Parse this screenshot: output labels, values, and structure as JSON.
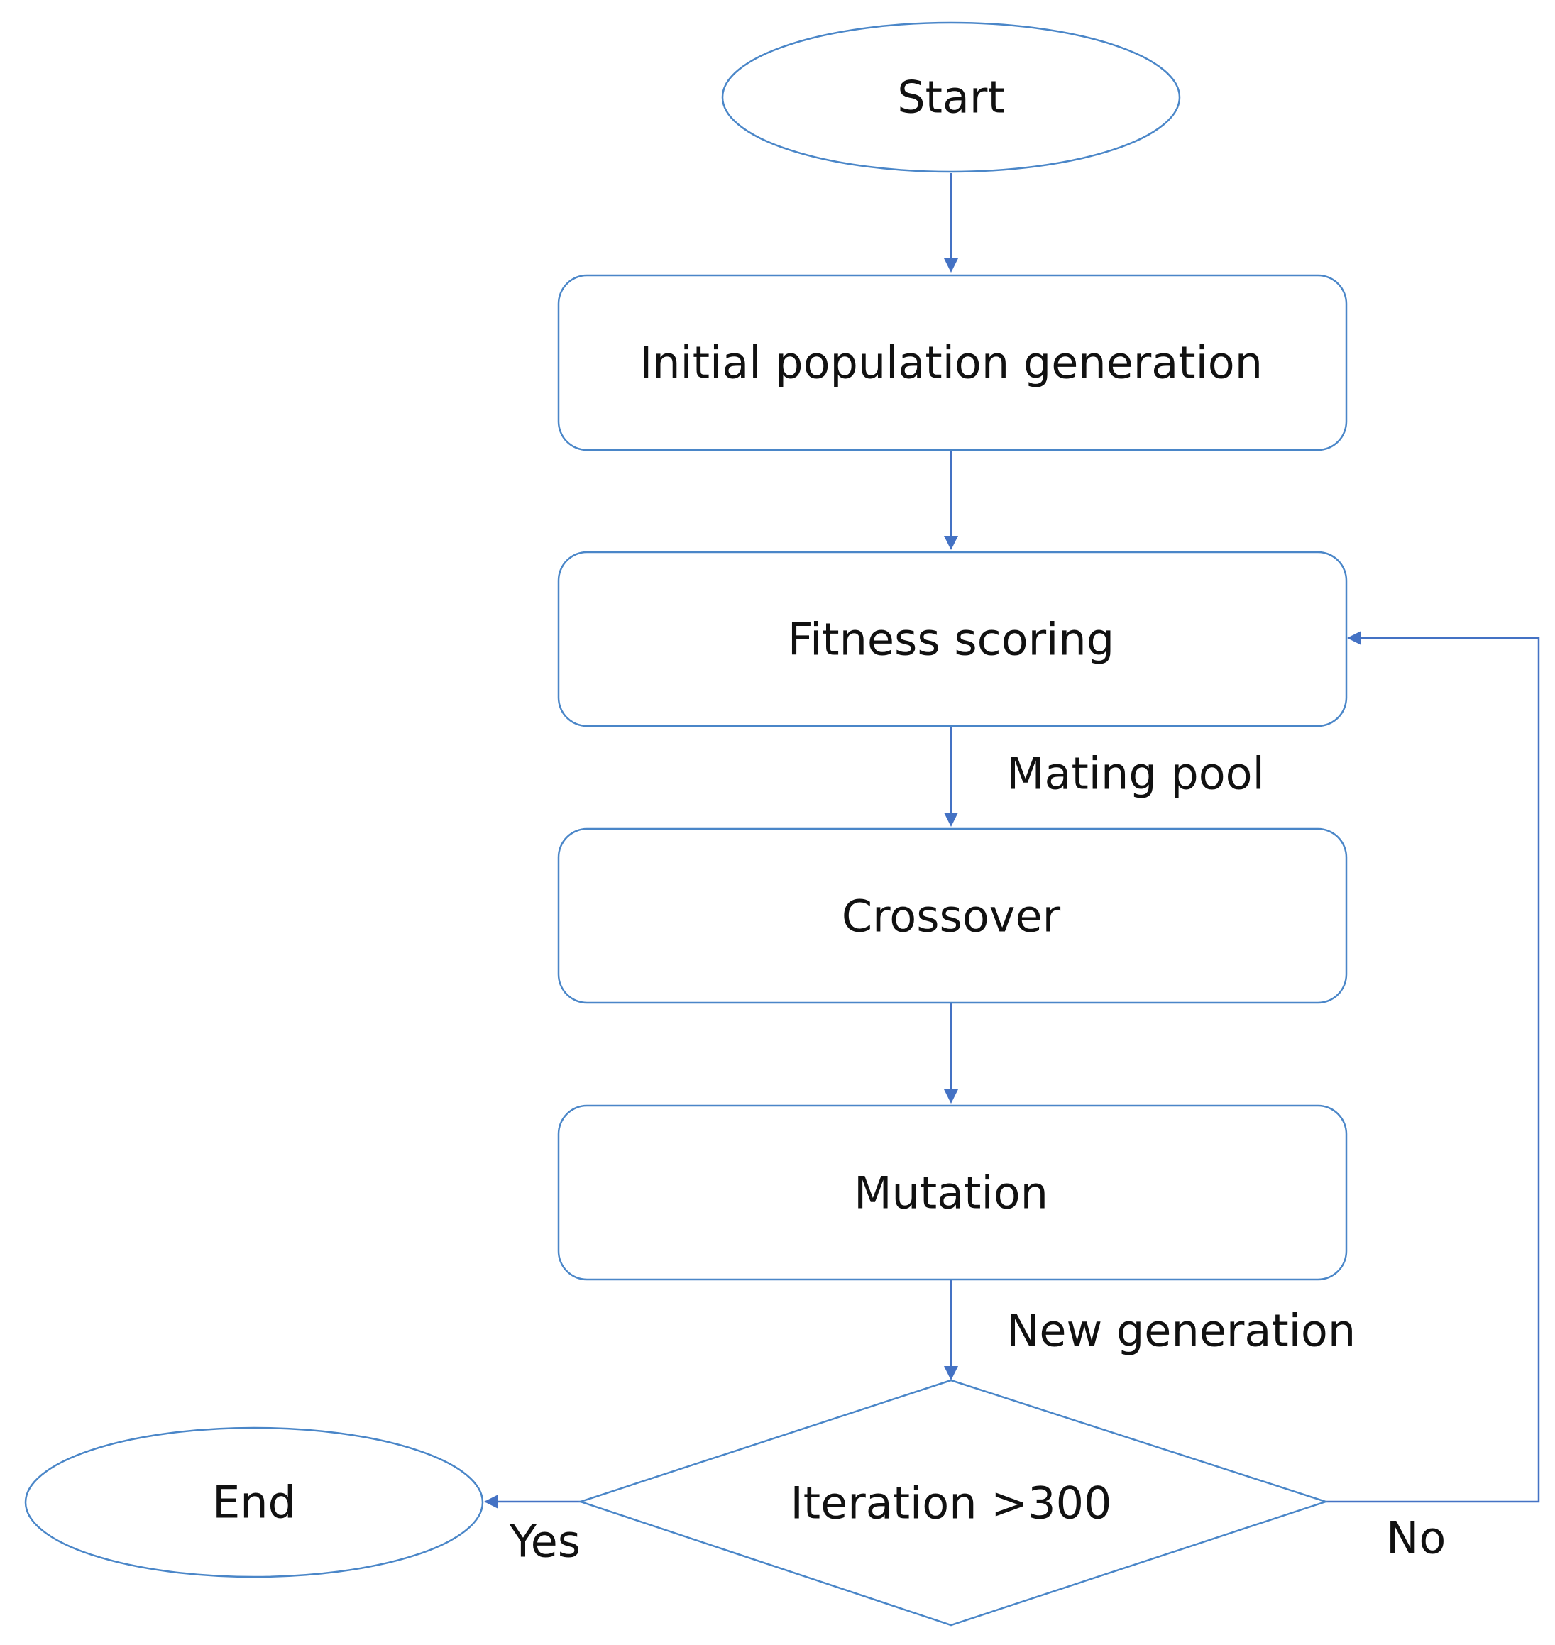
{
  "colors": {
    "shape_stroke": "#4a86c8",
    "connector": "#4472c4",
    "text": "#111111"
  },
  "nodes": {
    "start": "Start",
    "initial_population": "Initial population generation",
    "fitness_scoring": "Fitness scoring",
    "crossover": "Crossover",
    "mutation": "Mutation",
    "decision": "Iteration >300",
    "end": "End"
  },
  "edges": {
    "mating_pool": "Mating pool",
    "new_generation": "New generation",
    "yes": "Yes",
    "no": "No"
  }
}
